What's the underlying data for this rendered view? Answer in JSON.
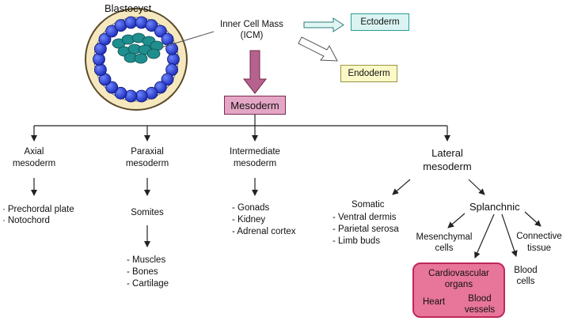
{
  "blastocyst": {
    "title": "Blastocyst"
  },
  "icm": {
    "line1": "Inner Cell Mass",
    "line2": "(ICM)"
  },
  "ectoderm": {
    "label": "Ectoderm",
    "fill": "#d9f4f2",
    "border": "#2a9c96"
  },
  "endoderm": {
    "label": "Endoderm",
    "fill": "#fbf9c8",
    "border": "#9a9540"
  },
  "mesoderm": {
    "label": "Mesoderm",
    "fill": "#e3a6c4",
    "border": "#7a2c55"
  },
  "branches": {
    "axial": {
      "line1": "Axial",
      "line2": "mesoderm",
      "items": [
        "Prechordal plate",
        "Notochord"
      ]
    },
    "paraxial": {
      "line1": "Paraxial",
      "line2": "mesoderm",
      "stage": "Somites",
      "items": [
        "- Muscles",
        "- Bones",
        "- Cartilage"
      ]
    },
    "intermediate": {
      "line1": "Intermediate",
      "line2": "mesoderm",
      "items": [
        "- Gonads",
        "- Kidney",
        "- Adrenal cortex"
      ]
    },
    "lateral": {
      "line1": "Lateral",
      "line2": "mesoderm",
      "somatic": {
        "title": "Somatic",
        "items": [
          "- Ventral dermis",
          "- Parietal serosa",
          "- Limb buds"
        ]
      },
      "splanchnic": {
        "title": "Splanchnic",
        "mesenchymal": {
          "line1": "Mesenchymal",
          "line2": "cells"
        },
        "connective": {
          "line1": "Connective",
          "line2": "tissue"
        },
        "blood_cells": {
          "line1": "Blood",
          "line2": "cells"
        },
        "cardiovascular": {
          "line1": "Cardiovascular",
          "line2": "organs",
          "heart": "Heart",
          "vessels1": "Blood",
          "vessels2": "vessels",
          "fill": "#e8759a",
          "border": "#c0285a"
        }
      }
    }
  },
  "colors": {
    "cell_blue": "#2438d6",
    "icm_teal": "#1f8e8e",
    "mesoderm_arrow": "#b5628d"
  }
}
